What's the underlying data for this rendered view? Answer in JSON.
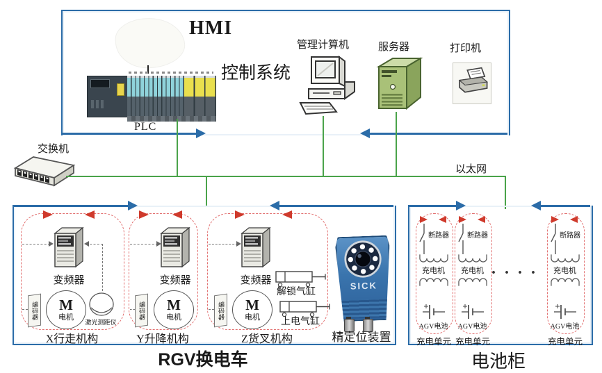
{
  "control": {
    "hmi": "HMI",
    "system": "控制系统",
    "plc": "PLC",
    "computer": "管理计算机",
    "server": "服务器",
    "printer": "打印机"
  },
  "network": {
    "switch": "交换机",
    "ethernet": "以太网"
  },
  "rgv": {
    "title": "RGV换电车",
    "mech": [
      {
        "name": "X行走机构",
        "vfd": "变频器",
        "encoder": "编码器",
        "motor_m": "M",
        "motor": "电机",
        "laser": "激光测距仪"
      },
      {
        "name": "Y升降机构",
        "vfd": "变频器",
        "encoder": "编码器",
        "motor_m": "M",
        "motor": "电机"
      },
      {
        "name": "Z货叉机构",
        "vfd": "变频器",
        "encoder": "编码器",
        "motor_m": "M",
        "motor": "电机",
        "cyl1": "解锁气缸",
        "cyl2": "上电气缸"
      }
    ],
    "camera": {
      "brand": "SICK",
      "label": "精定位装置"
    }
  },
  "battery": {
    "title": "电池柜",
    "ellipsis": "····",
    "units": [
      {
        "breaker": "断路器",
        "charger": "充电机",
        "cell": "AGV电池",
        "unit": "充电单元"
      },
      {
        "breaker": "断路器",
        "charger": "充电机",
        "cell": "AGV电池",
        "unit": "充电单元"
      },
      {
        "breaker": "断路器",
        "charger": "充电机",
        "cell": "AGV电池",
        "unit": "充电单元"
      }
    ]
  },
  "colors": {
    "box_blue": "#2b6ca8",
    "line_green": "#4aa34a",
    "arrow_red": "#cf3a2c",
    "dashed_red": "#e27070"
  }
}
